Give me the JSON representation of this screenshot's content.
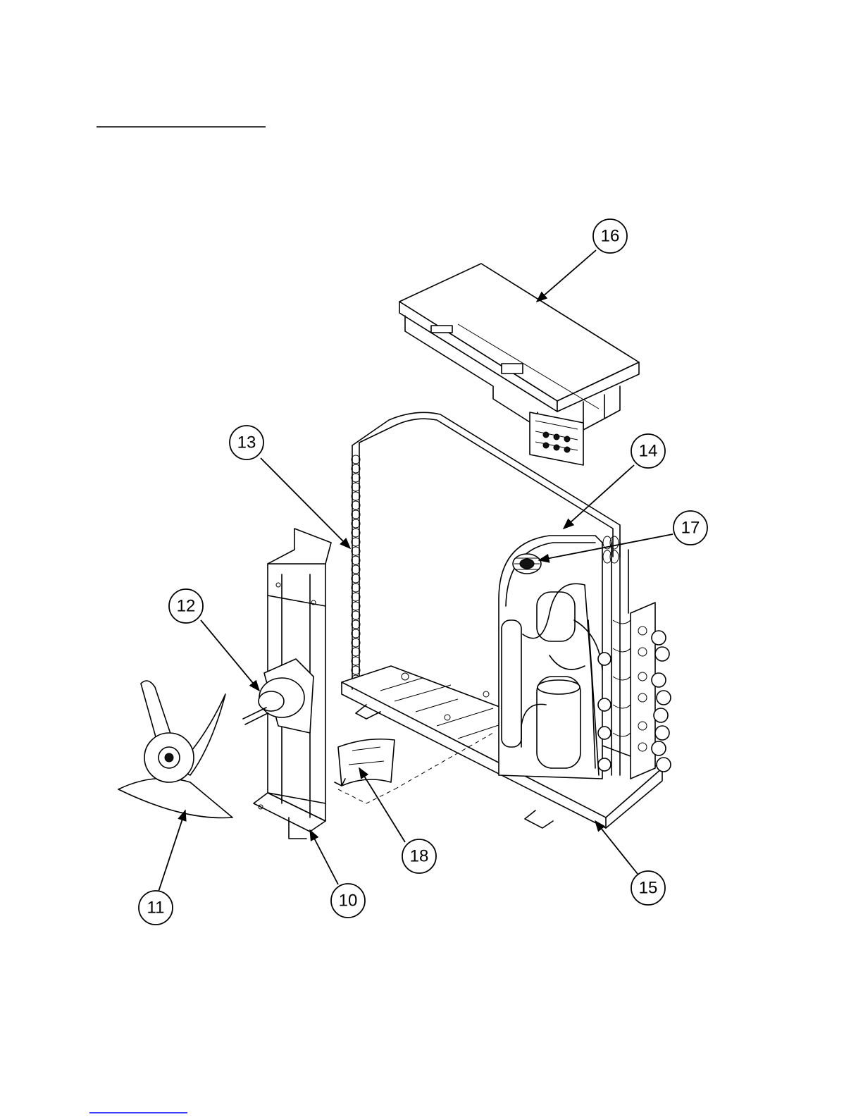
{
  "callouts": {
    "c10": "10",
    "c11": "11",
    "c12": "12",
    "c13": "13",
    "c14": "14",
    "c15": "15",
    "c16": "16",
    "c17": "17",
    "c18": "18"
  },
  "colors": {
    "line": "#000000",
    "background": "#ffffff",
    "bottom_rule": "#0000ff"
  }
}
